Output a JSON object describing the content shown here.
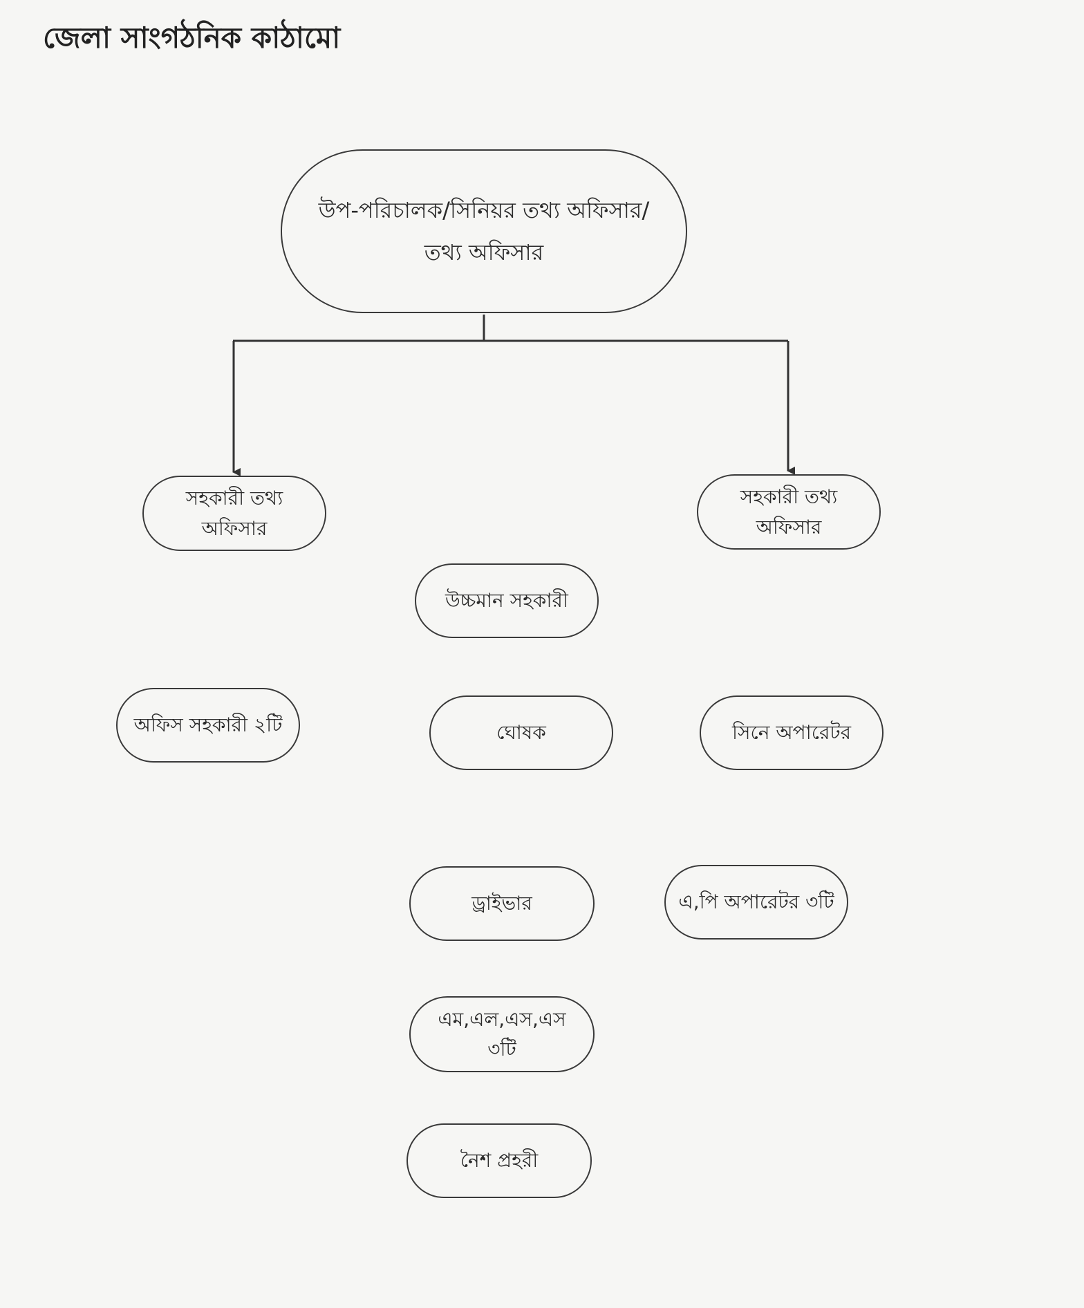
{
  "title": "জেলা সাংগঠনিক কাঠামো",
  "nodes": {
    "head": {
      "line1": "উপ-পরিচালক/সিনিয়র তথ্য অফিসার/",
      "line2": "তথ্য অফিসার"
    },
    "asst_left": {
      "line1": "সহকারী তথ্য",
      "line2": "অফিসার"
    },
    "asst_right": {
      "line1": "সহকারী তথ্য",
      "line2": "অফিসার"
    },
    "upper_div_asst": {
      "line1": "উচ্চমান সহকারী"
    },
    "office_asst": {
      "line1": "অফিস সহকারী ২টি"
    },
    "announcer": {
      "line1": "ঘোষক"
    },
    "cine_operator": {
      "line1": "সিনে অপারেটর"
    },
    "driver": {
      "line1": "ড্রাইভার"
    },
    "pa_operator": {
      "line1": "এ,পি অপারেটর ৩টি"
    },
    "mlss": {
      "line1": "এম,এল,এস,এস",
      "line2": "৩টি"
    },
    "night_guard": {
      "line1": "নৈশ প্রহরী"
    }
  }
}
